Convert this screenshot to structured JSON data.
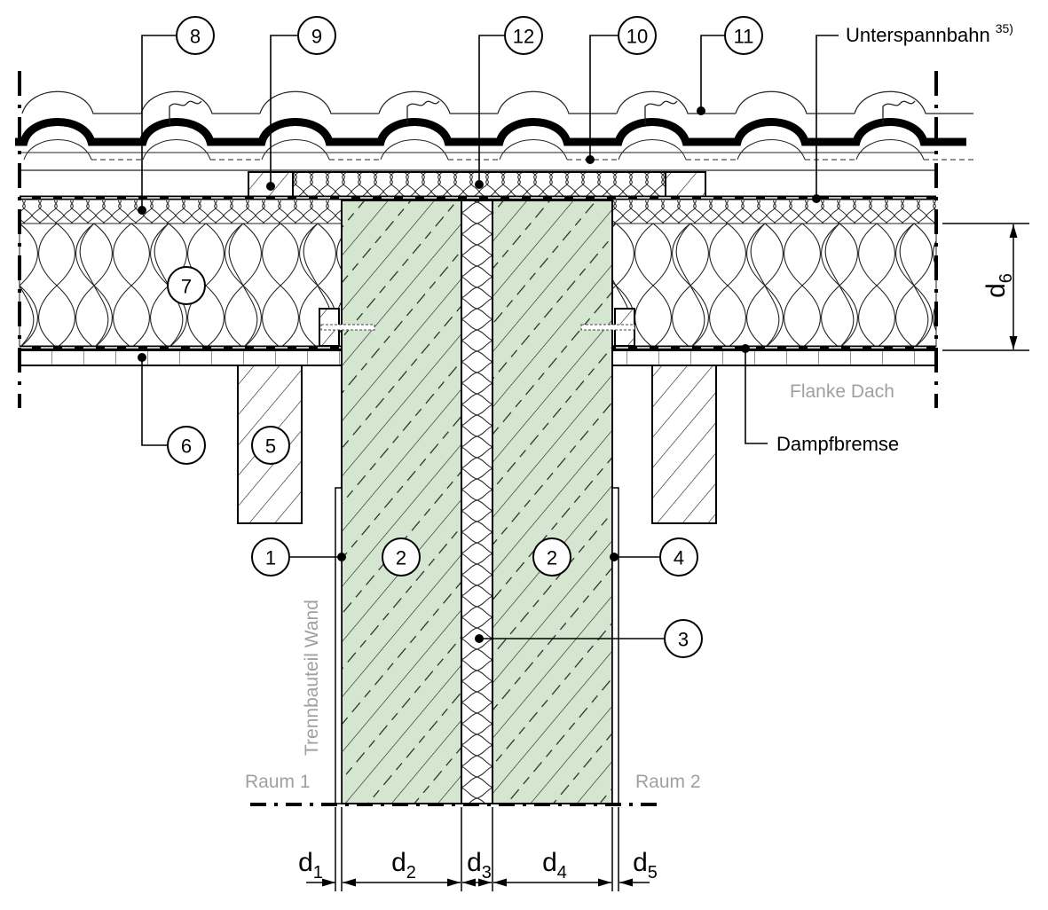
{
  "callouts": {
    "c1": "1",
    "c2a": "2",
    "c2b": "2",
    "c3": "3",
    "c4": "4",
    "c5": "5",
    "c6": "6",
    "c7": "7",
    "c8": "8",
    "c9": "9",
    "c10": "10",
    "c11": "11",
    "c12": "12"
  },
  "labels": {
    "unterspannbahn": "Unterspannbahn",
    "unterspannbahn_note": "35)",
    "dampfbremse": "Dampfbremse",
    "flanke_dach": "Flanke Dach",
    "raum1": "Raum 1",
    "raum2": "Raum 2",
    "trennbauteil": "Trennbauteil Wand"
  },
  "dimensions": {
    "d1": {
      "base": "d",
      "sub": "1"
    },
    "d2": {
      "base": "d",
      "sub": "2"
    },
    "d3": {
      "base": "d",
      "sub": "3"
    },
    "d4": {
      "base": "d",
      "sub": "4"
    },
    "d5": {
      "base": "d",
      "sub": "5"
    },
    "d6": {
      "base": "d",
      "sub": "6"
    }
  },
  "colors": {
    "wall_fill": "#d4e6d0",
    "grey_text": "#a0a0a0"
  }
}
